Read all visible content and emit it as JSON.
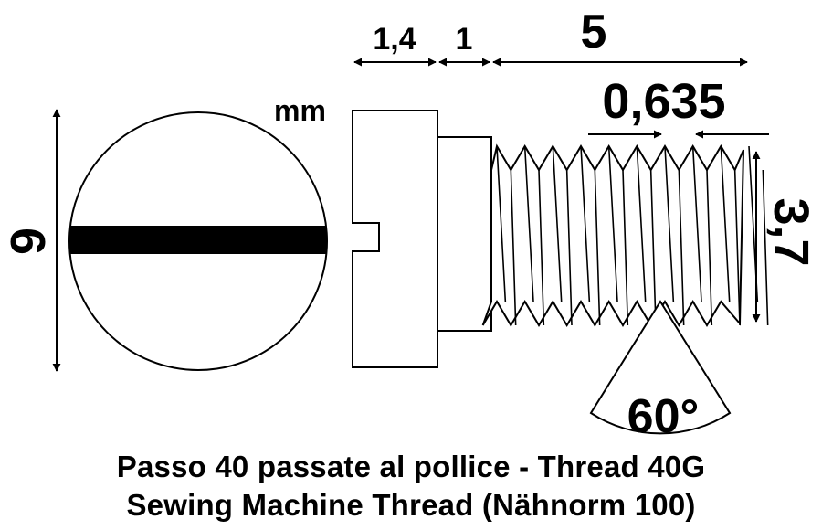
{
  "units": "mm",
  "dimensions": {
    "head_diameter": "6",
    "head_thickness": "1,4",
    "shoulder_length": "1",
    "thread_length": "5",
    "thread_pitch": "0,635",
    "thread_diameter": "3,7",
    "thread_angle": "60°"
  },
  "caption": {
    "line1": "Passo 40 passate al pollice - Thread 40G",
    "line2": "Sewing Machine Thread (Nähnorm 100)"
  },
  "colors": {
    "ink": "#000000",
    "background": "#ffffff"
  }
}
